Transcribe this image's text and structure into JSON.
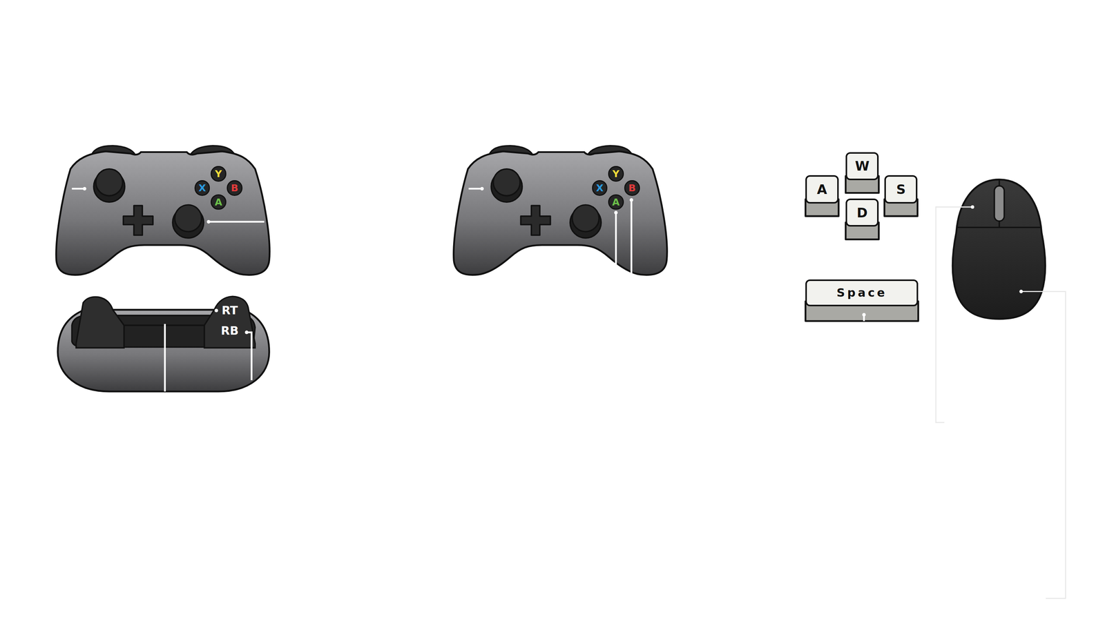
{
  "diagram": {
    "nodes": [
      {
        "text": [
          "Y"
        ]
      },
      {
        "text": [
          "X"
        ]
      },
      {
        "text": [
          "B"
        ]
      },
      {
        "text": [
          "A"
        ]
      },
      {
        "text": [
          "Y"
        ]
      },
      {
        "text": [
          "X"
        ]
      },
      {
        "text": [
          "B"
        ]
      },
      {
        "text": [
          "A"
        ]
      },
      {
        "text": [
          "W"
        ]
      },
      {
        "text": [
          "A"
        ]
      },
      {
        "text": [
          "S"
        ]
      },
      {
        "text": [
          "D"
        ]
      },
      {
        "text": [
          "Space"
        ]
      }
    ],
    "labels": [
      "RT",
      "RB"
    ]
  }
}
